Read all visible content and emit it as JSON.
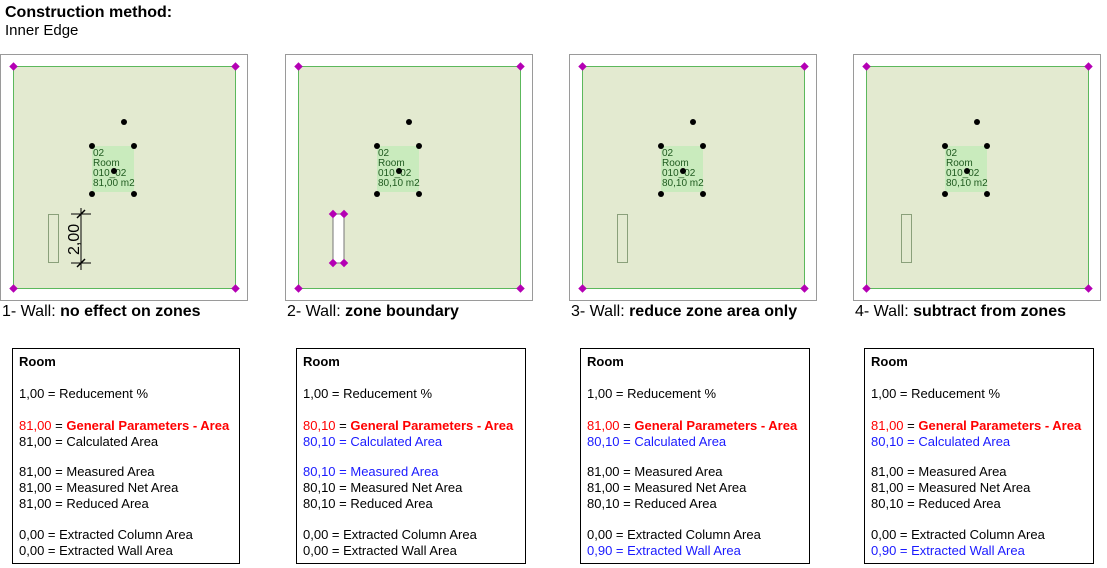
{
  "header": {
    "title": "Construction method:",
    "subtitle": "Inner Edge"
  },
  "dimension_label": "2,00",
  "colors": {
    "zone_fill": "#e3ead0",
    "room_fill": "#c9ebbd",
    "boundary_green": "#5cb85c",
    "vertex_magenta": "#b400b4",
    "red": "#ff0000",
    "blue": "#1a1aff"
  },
  "panels": [
    {
      "caption_prefix": "1- Wall: ",
      "caption_bold": "no effect on zones",
      "room_label": [
        "02",
        "Room",
        "010_02",
        "81,00 m2"
      ]
    },
    {
      "caption_prefix": "2- Wall: ",
      "caption_bold": "zone boundary",
      "room_label": [
        "02",
        "Room",
        "010_02",
        "80,10 m2"
      ]
    },
    {
      "caption_prefix": "3- Wall: ",
      "caption_bold": "reduce zone area only",
      "room_label": [
        "02",
        "Room",
        "010_02",
        "80,10 m2"
      ]
    },
    {
      "caption_prefix": "4- Wall: ",
      "caption_bold": "subtract from zones",
      "room_label": [
        "02",
        "Room",
        "010_02",
        "80,10 m2"
      ]
    }
  ],
  "boxes": [
    {
      "title": "Room",
      "lines": [
        {
          "value": "1,00",
          "label": "Reducement %",
          "style": "normal"
        },
        {
          "value": "81,00",
          "label": "General Parameters - Area",
          "style": "red-param"
        },
        {
          "value": "81,00",
          "label": "Calculated Area",
          "style": "normal"
        },
        {
          "value": "81,00",
          "label": "Measured Area",
          "style": "normal"
        },
        {
          "value": "81,00",
          "label": "Measured Net Area",
          "style": "normal"
        },
        {
          "value": "81,00",
          "label": "Reduced Area",
          "style": "normal"
        },
        {
          "value": "0,00",
          "label": "Extracted Column Area",
          "style": "normal"
        },
        {
          "value": "0,00",
          "label": "Extracted Wall Area",
          "style": "normal"
        }
      ]
    },
    {
      "title": "Room",
      "lines": [
        {
          "value": "1,00",
          "label": "Reducement %",
          "style": "normal"
        },
        {
          "value": "80,10",
          "label": "General Parameters - Area",
          "style": "red-param"
        },
        {
          "value": "80,10",
          "label": "Calculated Area",
          "style": "blue"
        },
        {
          "value": "80,10",
          "label": "Measured Area",
          "style": "blue"
        },
        {
          "value": "80,10",
          "label": "Measured Net Area",
          "style": "normal"
        },
        {
          "value": "80,10",
          "label": "Reduced Area",
          "style": "normal"
        },
        {
          "value": "0,00",
          "label": "Extracted Column Area",
          "style": "normal"
        },
        {
          "value": "0,00",
          "label": "Extracted Wall Area",
          "style": "normal"
        }
      ]
    },
    {
      "title": "Room",
      "lines": [
        {
          "value": "1,00",
          "label": "Reducement %",
          "style": "normal"
        },
        {
          "value": "81,00",
          "label": "General Parameters - Area",
          "style": "red-param"
        },
        {
          "value": "80,10",
          "label": "Calculated Area",
          "style": "blue"
        },
        {
          "value": "81,00",
          "label": "Measured Area",
          "style": "normal"
        },
        {
          "value": "81,00",
          "label": "Measured Net Area",
          "style": "normal"
        },
        {
          "value": "80,10",
          "label": "Reduced Area",
          "style": "normal"
        },
        {
          "value": "0,00",
          "label": "Extracted Column Area",
          "style": "normal"
        },
        {
          "value": "0,90",
          "label": "Extracted Wall Area",
          "style": "blue"
        }
      ]
    },
    {
      "title": "Room",
      "lines": [
        {
          "value": "1,00",
          "label": "Reducement %",
          "style": "normal"
        },
        {
          "value": "81,00",
          "label": "General Parameters - Area",
          "style": "red-param"
        },
        {
          "value": "80,10",
          "label": "Calculated Area",
          "style": "blue"
        },
        {
          "value": "81,00",
          "label": "Measured Area",
          "style": "normal"
        },
        {
          "value": "81,00",
          "label": "Measured Net Area",
          "style": "normal"
        },
        {
          "value": "80,10",
          "label": "Reduced Area",
          "style": "normal"
        },
        {
          "value": "0,00",
          "label": "Extracted Column Area",
          "style": "normal"
        },
        {
          "value": "0,90",
          "label": "Extracted Wall Area",
          "style": "blue"
        }
      ]
    }
  ]
}
